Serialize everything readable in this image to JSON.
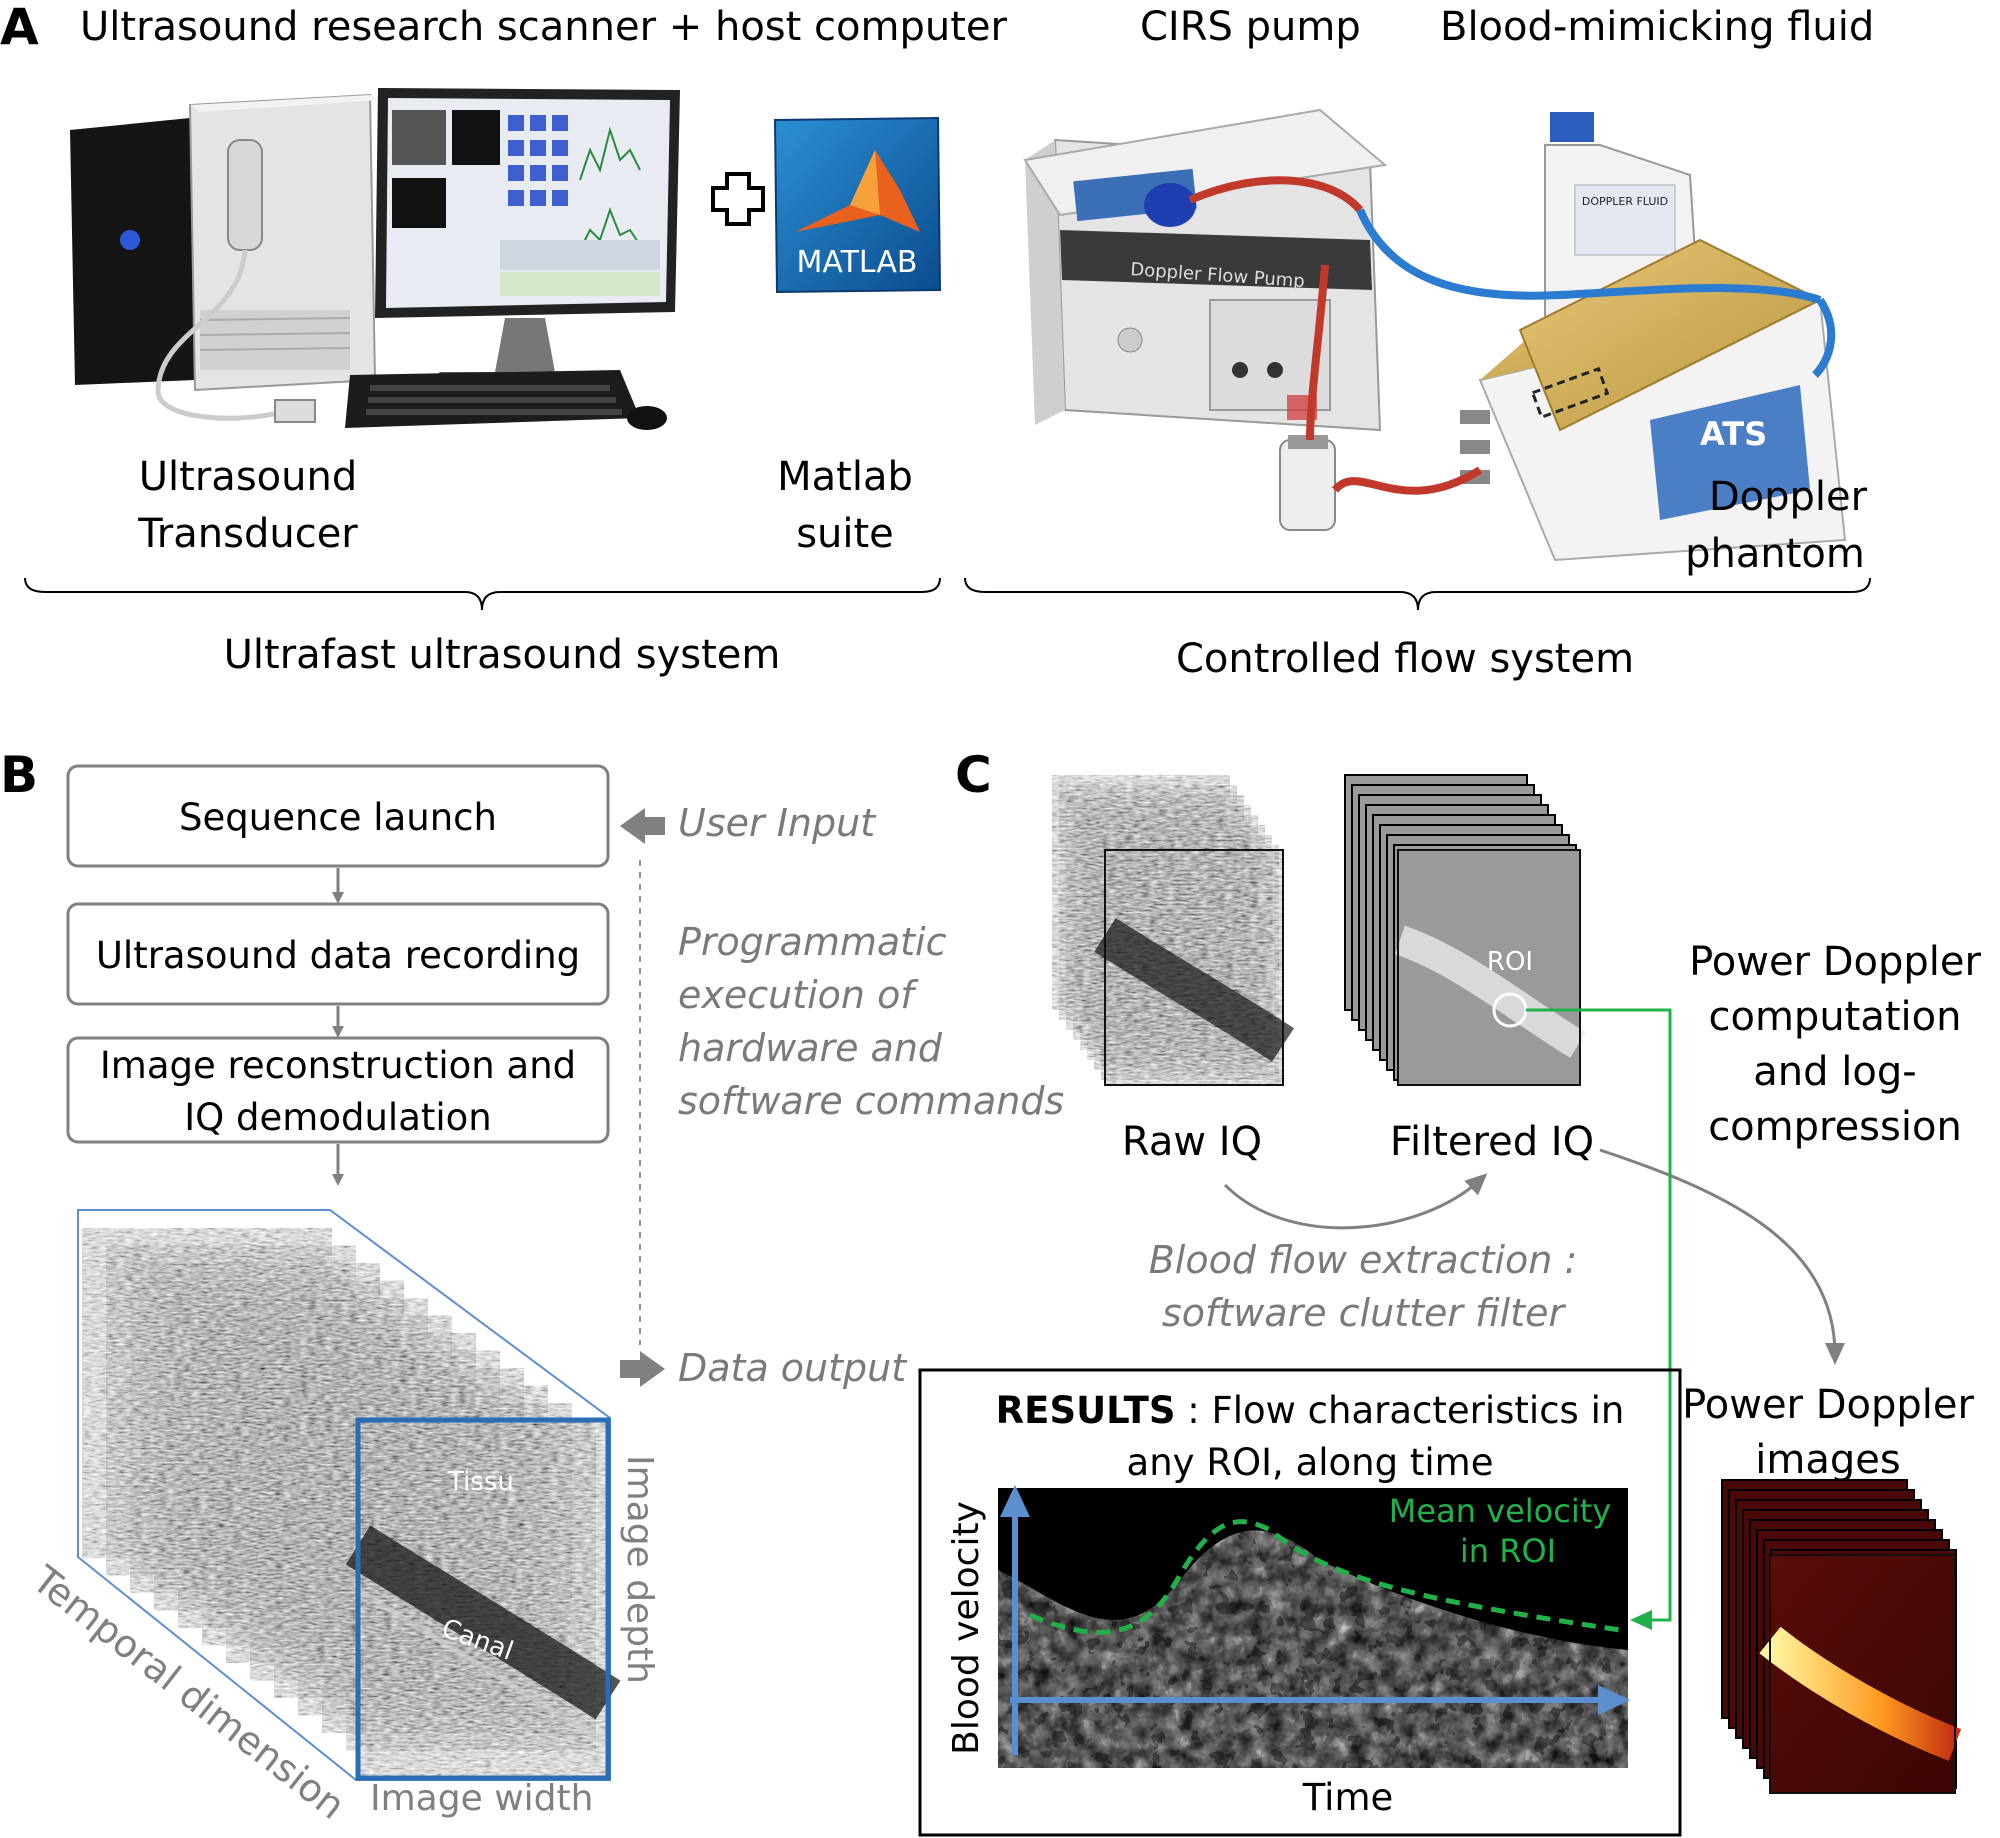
{
  "panels": {
    "a": "A",
    "b": "B",
    "c": "C"
  },
  "panel_a": {
    "scanner_title": "Ultrasound research scanner + host computer",
    "pump_title": "CIRS pump",
    "fluid_title": "Blood-mimicking fluid",
    "transducer_line1": "Ultrasound",
    "transducer_line2": "Transducer",
    "matlab_line1": "Matlab",
    "matlab_line2": "suite",
    "matlab_logo": "MATLAB",
    "phantom_line1": "Doppler",
    "phantom_line2": "phantom",
    "left_group": "Ultrafast ultrasound system",
    "right_group": "Controlled flow system",
    "pump_brand": "Doppler Flow Pump",
    "phantom_brand": "ATS",
    "fluid_brand": "DOPPLER FLUID"
  },
  "panel_b": {
    "step1": "Sequence launch",
    "step2": "Ultrasound data recording",
    "step3_line1": "Image reconstruction and",
    "step3_line2": "IQ demodulation",
    "user_input": "User Input",
    "prog_line1": "Programmatic",
    "prog_line2": "execution of",
    "prog_line3": "hardware and",
    "prog_line4": "software commands",
    "data_output": "Data output",
    "tissue": "Tissu",
    "canal": "Canal",
    "temporal": "Temporal dimension",
    "width": "Image width",
    "depth": "Image depth"
  },
  "panel_c": {
    "raw_iq": "Raw IQ",
    "filtered_iq": "Filtered IQ",
    "roi": "ROI",
    "pd_line1": "Power Doppler",
    "pd_line2": "computation",
    "pd_line3": "and log-",
    "pd_line4": "compression",
    "extract_line1": "Blood flow extraction :",
    "extract_line2": "software clutter filter",
    "results_bold": "RESULTS",
    "results_rest": " : Flow characteristics in",
    "results_line2": "any ROI, along time",
    "mean_line1": "Mean velocity",
    "mean_line2": "in ROI",
    "y_axis": "Blood velocity",
    "x_axis": "Time",
    "pd_images_line1": "Power Doppler",
    "pd_images_line2": "images"
  },
  "colors": {
    "frame_blue": "#2a6db5",
    "axis_blue": "#5b8fd0",
    "roi_green": "#22b04a",
    "label_gray": "#7a7a7a",
    "tube_red": "#c0392b",
    "tube_blue": "#2b7bd0",
    "phantom_gold": "#d4b15a"
  }
}
